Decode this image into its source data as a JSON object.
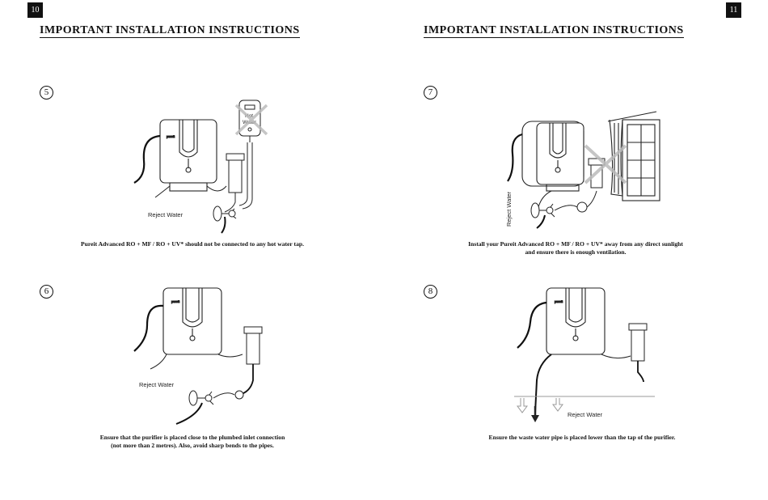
{
  "left_page": {
    "page_number": "10",
    "title": "IMPORTANT INSTALLATION INSTRUCTIONS",
    "steps": [
      {
        "number": "5",
        "label": "Reject Water",
        "extra_label_1": "Hot",
        "extra_label_2": "Water",
        "caption": "Pureit Advanced RO + MF / RO + UV* should not be connected to any hot water tap."
      },
      {
        "number": "6",
        "label": "Reject Water",
        "caption_line1": "Ensure that the purifier is placed close to the plumbed inlet connection",
        "caption_line2": "(not more than 2 metres). Also, avoid sharp bends to the pipes."
      }
    ]
  },
  "right_page": {
    "page_number": "11",
    "title": "IMPORTANT INSTALLATION INSTRUCTIONS",
    "steps": [
      {
        "number": "7",
        "label": "Reject Water",
        "caption_line1": "Install your Pureit Advanced RO + MF / RO + UV* away from any direct sunlight",
        "caption_line2": "and ensure there is enough ventilation."
      },
      {
        "number": "8",
        "label": "Reject Water",
        "caption": "Ensure the waste water pipe is placed lower than the tap of the purifier."
      }
    ]
  },
  "icons": {
    "purifier": "water-purifier-icon",
    "hot_water_tank": "hot-water-tank-icon",
    "cross": "cross-icon",
    "window": "window-icon",
    "drain_arrow": "arrow-down-icon"
  }
}
